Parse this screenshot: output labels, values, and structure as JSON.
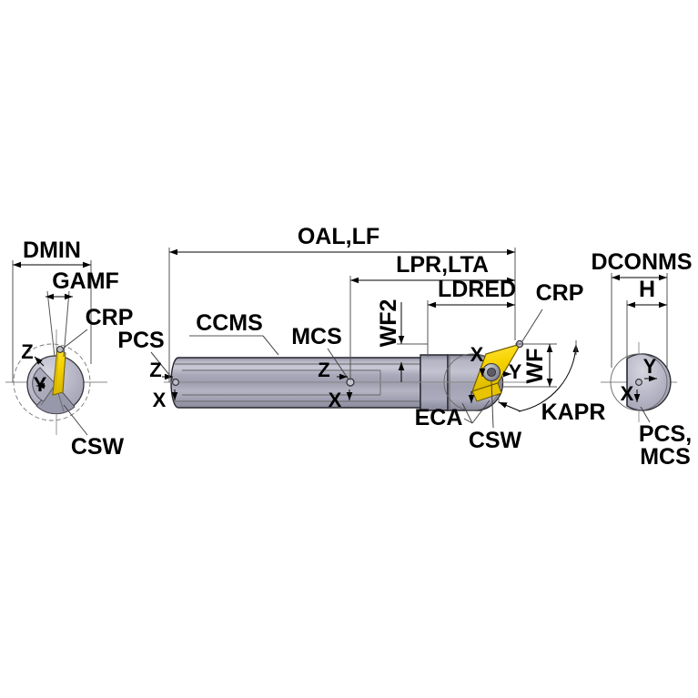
{
  "drawing": {
    "title": "Boring bar ISO 13399 dimension nomenclature diagram",
    "background_color": "#ffffff",
    "line_color": "#000000",
    "body_color": "#a9a9ba",
    "body_highlight_color": "#c6c6d4",
    "body_shadow_color": "#8f8fa2",
    "insert_color": "#f5d200",
    "insert_shadow_color": "#e0b800",
    "endview_fill": "#b6b6c6",
    "endview_highlight": "#d3d3de",
    "screw_color": "#8a8a94"
  },
  "views": {
    "left_end": {
      "name": "Left end view (front view of cutting end)",
      "labels": {
        "dmin": "DMIN",
        "gamf": "GAMF",
        "crp": "CRP",
        "csw": "CSW",
        "axis_z": "Z",
        "axis_y": "Y"
      }
    },
    "side": {
      "name": "Side view of boring bar",
      "labels": {
        "oal_lf": "OAL,LF",
        "lpr_lta": "LPR,LTA",
        "ldred": "LDRED",
        "wf2": "WF2",
        "wf": "WF",
        "kapr": "KAPR",
        "ccms": "CCMS",
        "mcs": "MCS",
        "pcs": "PCS",
        "crp": "CRP",
        "eca": "ECA",
        "csw": "CSW",
        "pcs_axis_z": "Z",
        "pcs_axis_x": "X",
        "mcs_axis_z": "Z",
        "mcs_axis_x": "X",
        "crp_axis_x": "X",
        "crp_axis_y": "Y"
      }
    },
    "right_end": {
      "name": "Right end view (shank cross-section)",
      "labels": {
        "dconms": "DCONMS",
        "h": "H",
        "pcs_mcs_line1": "PCS,",
        "pcs_mcs_line2": "MCS",
        "axis_y": "Y",
        "axis_x": "X"
      }
    }
  },
  "dimension_list": [
    "DMIN",
    "GAMF",
    "CRP",
    "CSW",
    "PCS",
    "CCMS",
    "MCS",
    "OAL,LF",
    "LPR,LTA",
    "LDRED",
    "WF2",
    "WF",
    "KAPR",
    "ECA",
    "DCONMS",
    "H"
  ]
}
